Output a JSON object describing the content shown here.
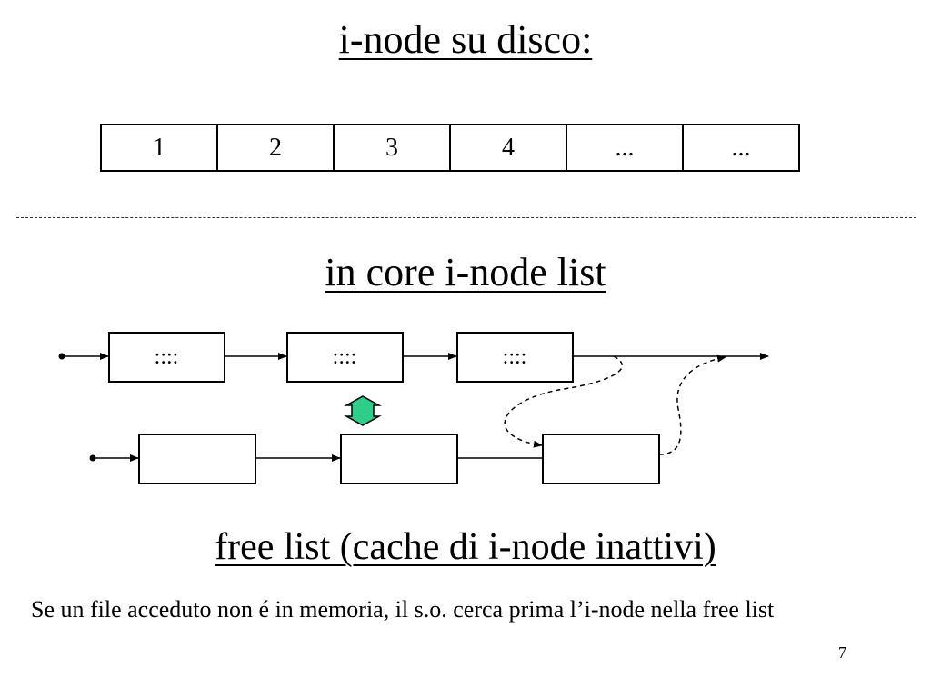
{
  "titles": {
    "disk": "i-node su disco:",
    "core": "in core i-node list",
    "free": "free list (cache di i-node inattivi)"
  },
  "disk_cells": [
    "1",
    "2",
    "3",
    "4",
    "...",
    "..."
  ],
  "core_list_labels": [
    "::::",
    "::::",
    "::::"
  ],
  "caption": "Se un file acceduto non é in memoria, il s.o. cerca prima l’i-node nella free list",
  "page_number": "7",
  "colors": {
    "swap_arrow": "#2fcc8a",
    "stroke": "#000000"
  }
}
